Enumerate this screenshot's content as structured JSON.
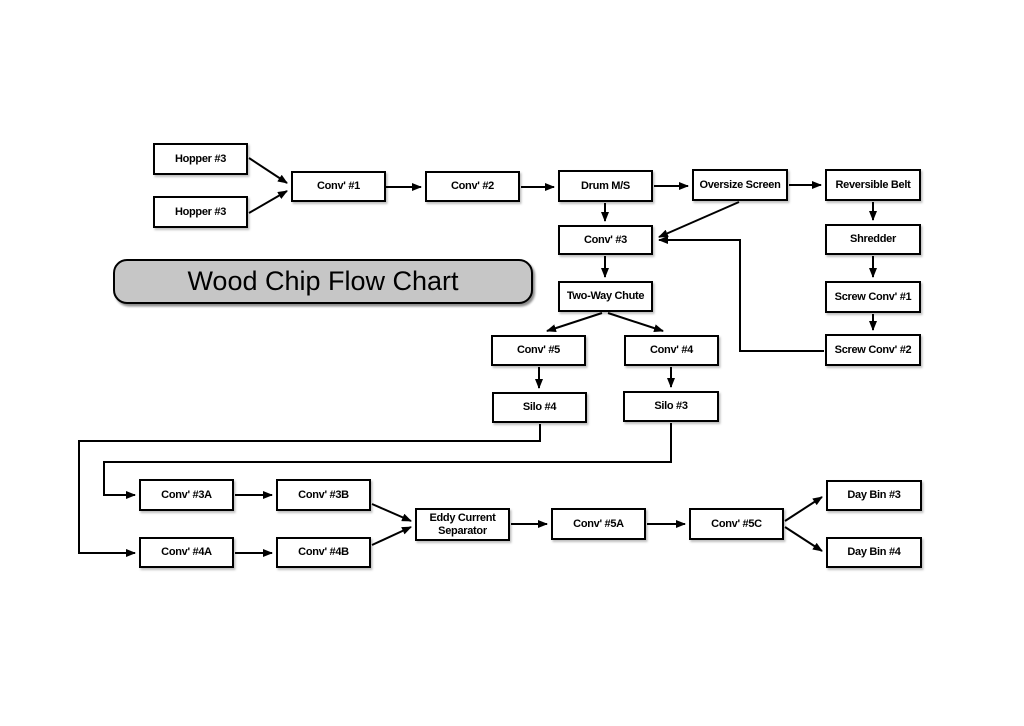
{
  "title": {
    "label": "Wood Chip Flow Chart"
  },
  "colors": {
    "background": "#ffffff",
    "node_fill": "#ffffff",
    "node_border": "#000000",
    "title_fill": "#c6c6c6",
    "connector": "#000000",
    "text": "#000000"
  },
  "nodes": [
    {
      "id": "hopper3-top",
      "label": "Hopper #3"
    },
    {
      "id": "hopper3-bot",
      "label": "Hopper #3"
    },
    {
      "id": "conv1",
      "label": "Conv' #1"
    },
    {
      "id": "conv2",
      "label": "Conv' #2"
    },
    {
      "id": "drum",
      "label": "Drum M/S"
    },
    {
      "id": "oversize",
      "label": "Oversize Screen"
    },
    {
      "id": "reversible",
      "label": "Reversible Belt"
    },
    {
      "id": "shredder",
      "label": "Shredder"
    },
    {
      "id": "screw1",
      "label": "Screw Conv' #1"
    },
    {
      "id": "screw2",
      "label": "Screw Conv' #2"
    },
    {
      "id": "conv3",
      "label": "Conv' #3"
    },
    {
      "id": "chute",
      "label": "Two-Way Chute"
    },
    {
      "id": "conv5",
      "label": "Conv' #5"
    },
    {
      "id": "conv4",
      "label": "Conv' #4"
    },
    {
      "id": "silo4",
      "label": "Silo #4"
    },
    {
      "id": "silo3",
      "label": "Silo #3"
    },
    {
      "id": "conv3a",
      "label": "Conv' #3A"
    },
    {
      "id": "conv4a",
      "label": "Conv' #4A"
    },
    {
      "id": "conv3b",
      "label": "Conv' #3B"
    },
    {
      "id": "conv4b",
      "label": "Conv' #4B"
    },
    {
      "id": "eddy",
      "label": "Eddy Current Separator"
    },
    {
      "id": "conv5a",
      "label": "Conv' #5A"
    },
    {
      "id": "conv5c",
      "label": "Conv' #5C"
    },
    {
      "id": "daybin3",
      "label": "Day Bin #3"
    },
    {
      "id": "daybin4",
      "label": "Day Bin #4"
    }
  ],
  "edges": [
    {
      "from": "hopper3-top",
      "to": "conv1"
    },
    {
      "from": "hopper3-bot",
      "to": "conv1"
    },
    {
      "from": "conv1",
      "to": "conv2"
    },
    {
      "from": "conv2",
      "to": "drum"
    },
    {
      "from": "drum",
      "to": "oversize"
    },
    {
      "from": "drum",
      "to": "conv3"
    },
    {
      "from": "oversize",
      "to": "reversible"
    },
    {
      "from": "oversize",
      "to": "conv3"
    },
    {
      "from": "reversible",
      "to": "shredder"
    },
    {
      "from": "shredder",
      "to": "screw1"
    },
    {
      "from": "screw1",
      "to": "screw2"
    },
    {
      "from": "screw2",
      "to": "conv3"
    },
    {
      "from": "conv3",
      "to": "chute"
    },
    {
      "from": "chute",
      "to": "conv5"
    },
    {
      "from": "chute",
      "to": "conv4"
    },
    {
      "from": "conv5",
      "to": "silo4"
    },
    {
      "from": "conv4",
      "to": "silo3"
    },
    {
      "from": "silo4",
      "to": "conv4a"
    },
    {
      "from": "silo3",
      "to": "conv3a"
    },
    {
      "from": "conv3a",
      "to": "conv3b"
    },
    {
      "from": "conv4a",
      "to": "conv4b"
    },
    {
      "from": "conv3b",
      "to": "eddy"
    },
    {
      "from": "conv4b",
      "to": "eddy"
    },
    {
      "from": "eddy",
      "to": "conv5a"
    },
    {
      "from": "conv5a",
      "to": "conv5c"
    },
    {
      "from": "conv5c",
      "to": "daybin3"
    },
    {
      "from": "conv5c",
      "to": "daybin4"
    }
  ]
}
